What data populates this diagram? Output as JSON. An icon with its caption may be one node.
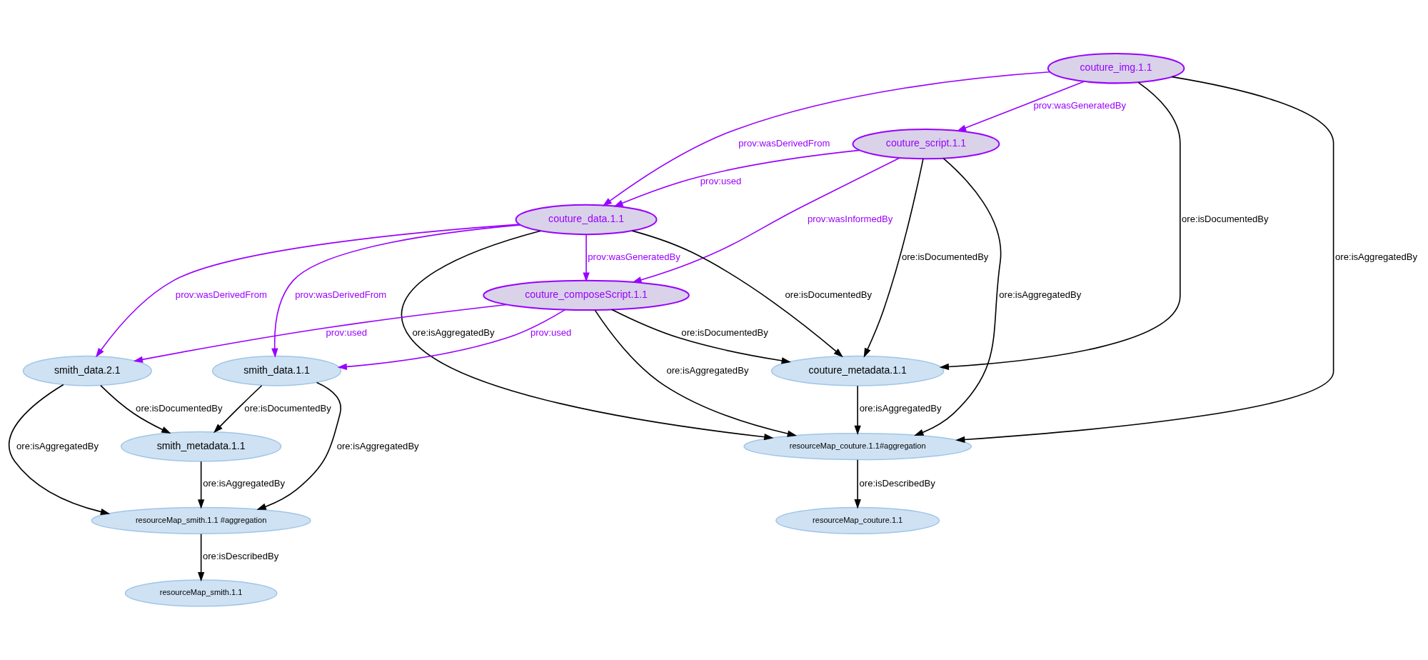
{
  "diagram": {
    "nodes": [
      {
        "text": [
          "couture_metadata.1.1"
        ]
      },
      {
        "text": [
          "couture_img.1.1"
        ]
      },
      {
        "text": [
          "couture_script.1.1"
        ]
      },
      {
        "text": [
          "couture_data.1.1"
        ]
      },
      {
        "text": [
          "couture_composeScript.1.1"
        ]
      },
      {
        "text": [
          "smith_data.1.1"
        ]
      },
      {
        "text": [
          "smith_metadata.1.1"
        ]
      },
      {
        "text": [
          "smith_data.2.1"
        ]
      },
      {
        "text": [
          "resourceMap_couture.1.1#aggregation"
        ]
      },
      {
        "text": [
          "resourceMap_smith.1.1 #aggregation"
        ]
      },
      {
        "text": [
          "resourceMap_couture.1.1"
        ]
      },
      {
        "text": [
          "resourceMap_smith.1.1"
        ]
      }
    ],
    "edges": [
      {
        "from": 1,
        "to": 0,
        "arrow": "to",
        "label": "ore:isDocumentedBy"
      },
      {
        "from": 2,
        "to": 0,
        "arrow": "to",
        "label": "ore:isDocumentedBy"
      },
      {
        "from": 3,
        "to": 0,
        "arrow": "to",
        "label": "ore:isDocumentedBy"
      },
      {
        "from": 4,
        "to": 0,
        "arrow": "to",
        "label": "ore:isDocumentedBy"
      },
      {
        "from": 0,
        "to": 8,
        "arrow": "to",
        "label": "ore:isAggregatedBy"
      },
      {
        "from": 1,
        "to": 3,
        "arrow": "to",
        "label": "prov:wasDerivedFrom",
        "color": "#9900ff"
      },
      {
        "from": 1,
        "to": 2,
        "arrow": "to",
        "label": "prov:wasGeneratedBy",
        "color": "#9900ff"
      },
      {
        "from": 2,
        "to": 3,
        "arrow": "to",
        "label": "prov:used",
        "color": "#9900ff"
      },
      {
        "from": 3,
        "to": 4,
        "arrow": "to",
        "label": "prov:wasGeneratedBy",
        "color": "#9900ff"
      },
      {
        "from": 2,
        "to": 4,
        "arrow": "to",
        "label": "prov:wasInformedBy",
        "color": "#9900ff"
      },
      {
        "from": 3,
        "to": 5,
        "arrow": "to",
        "label": "prov:wasDerivedFrom",
        "color": "#9900ff"
      },
      {
        "from": 3,
        "to": 7,
        "arrow": "to",
        "label": "prov:wasDerivedFrom",
        "color": "#9900ff"
      },
      {
        "from": 4,
        "to": 5,
        "arrow": "to",
        "label": "prov:used",
        "color": "#9900ff"
      },
      {
        "from": 4,
        "to": 7,
        "arrow": "to",
        "label": "prov:used",
        "color": "#9900ff"
      },
      {
        "from": 1,
        "to": 8,
        "arrow": "to",
        "label": "ore:isAggregatedBy"
      },
      {
        "from": 2,
        "to": 8,
        "arrow": "to",
        "label": "ore:isAggregatedBy"
      },
      {
        "from": 3,
        "to": 8,
        "arrow": "to",
        "label": "ore:isAggregatedBy"
      },
      {
        "from": 4,
        "to": 8,
        "arrow": "to",
        "label": "ore:isAggregatedBy"
      },
      {
        "from": 5,
        "to": 6,
        "arrow": "to",
        "label": "ore:isDocumentedBy"
      },
      {
        "from": 7,
        "to": 6,
        "arrow": "to",
        "label": "ore:isDocumentedBy"
      },
      {
        "from": 5,
        "to": 9,
        "arrow": "to",
        "label": "ore:isAggregatedBy"
      },
      {
        "from": 7,
        "to": 9,
        "arrow": "to",
        "label": "ore:isAggregatedBy"
      },
      {
        "from": 6,
        "to": 9,
        "arrow": "to",
        "label": "ore:isAggregatedBy"
      },
      {
        "from": 8,
        "to": 10,
        "arrow": "to",
        "label": "ore:isDescribedBy"
      },
      {
        "from": 9,
        "to": 11,
        "arrow": "to",
        "label": "ore:isDescribedBy"
      }
    ]
  }
}
